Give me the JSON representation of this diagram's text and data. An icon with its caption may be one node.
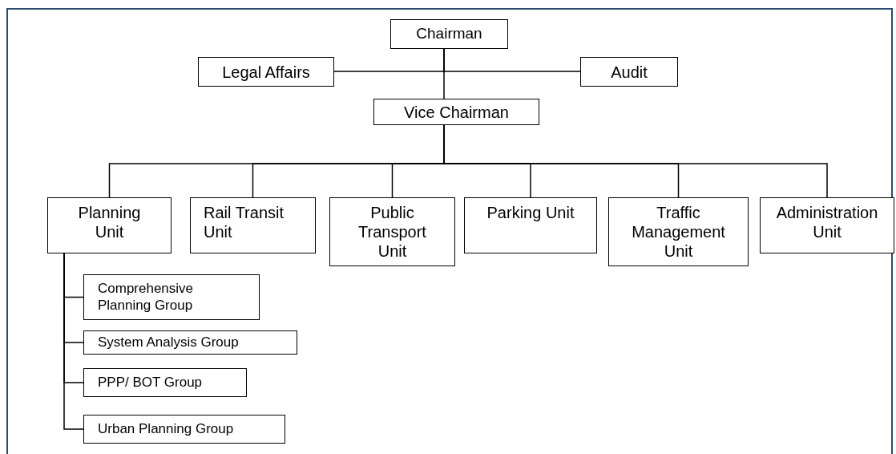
{
  "diagram": {
    "nodes": [
      {
        "text": [
          "Chairman"
        ]
      },
      {
        "text": [
          "Legal Affairs"
        ]
      },
      {
        "text": [
          "Audit"
        ]
      },
      {
        "text": [
          "Vice Chairman"
        ]
      },
      {
        "text": [
          "Planning Unit"
        ]
      },
      {
        "text": [
          "Rail Transit Unit"
        ]
      },
      {
        "text": [
          "Public Transport Unit"
        ]
      },
      {
        "text": [
          "Parking Unit"
        ]
      },
      {
        "text": [
          "Traffic Management Unit"
        ]
      },
      {
        "text": [
          "Administration Unit"
        ]
      },
      {
        "text": [
          "Comprehensive Planning Group"
        ]
      },
      {
        "text": [
          "System Analysis Group"
        ]
      },
      {
        "text": [
          "PPP/ BOT Group"
        ]
      },
      {
        "text": [
          "Urban Planning Group"
        ]
      }
    ],
    "edges": [
      {
        "from": 0,
        "to": 3,
        "arrow": "none"
      },
      {
        "from": 0,
        "to": 1,
        "arrow": "none"
      },
      {
        "from": 0,
        "to": 2,
        "arrow": "none"
      },
      {
        "from": 3,
        "to": 4,
        "arrow": "none"
      },
      {
        "from": 3,
        "to": 5,
        "arrow": "none"
      },
      {
        "from": 3,
        "to": 6,
        "arrow": "none"
      },
      {
        "from": 3,
        "to": 7,
        "arrow": "none"
      },
      {
        "from": 3,
        "to": 8,
        "arrow": "none"
      },
      {
        "from": 3,
        "to": 9,
        "arrow": "none"
      },
      {
        "from": 4,
        "to": 10,
        "arrow": "none"
      },
      {
        "from": 4,
        "to": 11,
        "arrow": "none"
      },
      {
        "from": 4,
        "to": 12,
        "arrow": "none"
      },
      {
        "from": 4,
        "to": 13,
        "arrow": "none"
      }
    ]
  }
}
